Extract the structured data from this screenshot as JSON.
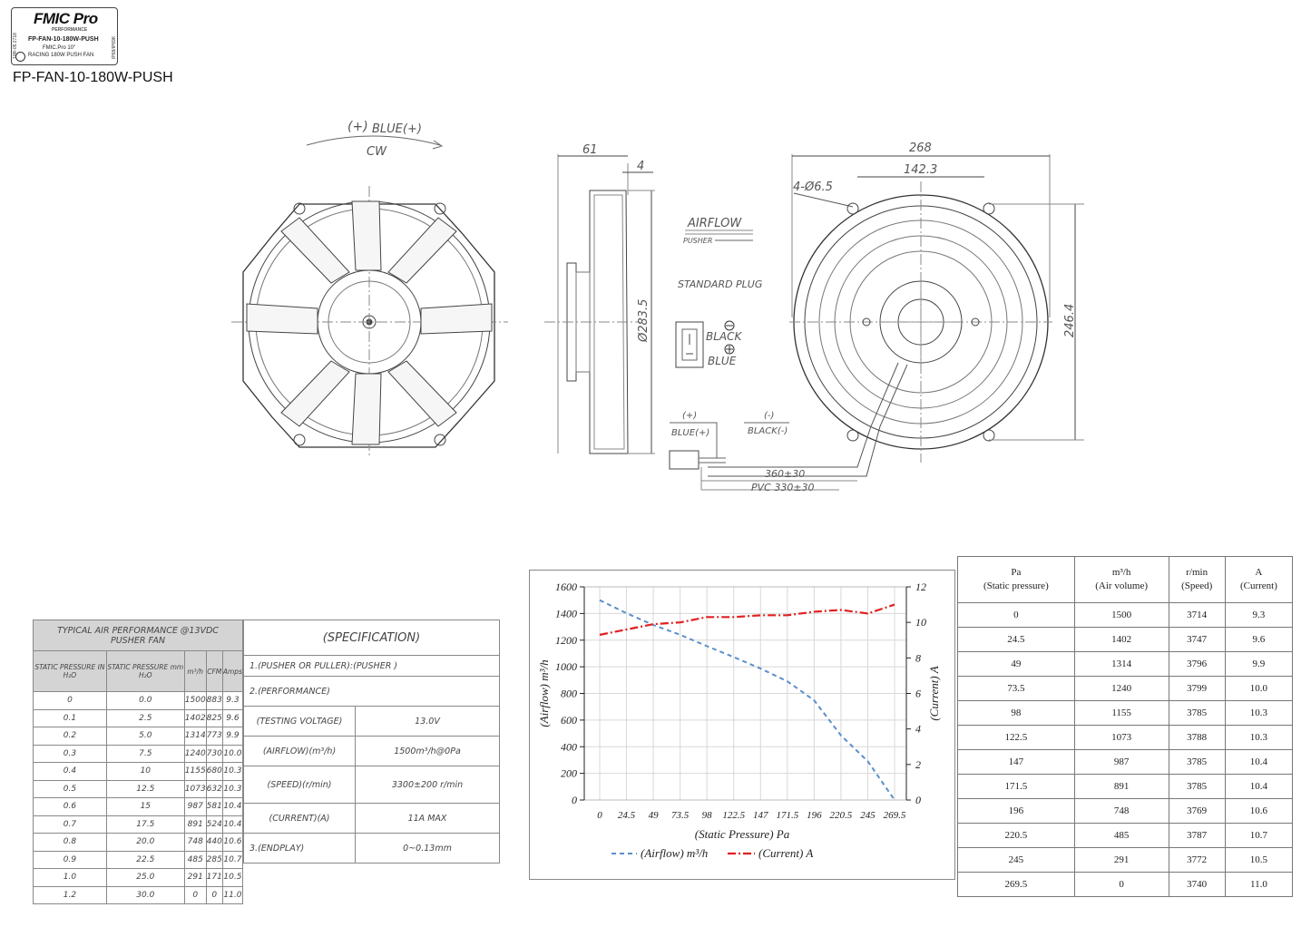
{
  "label": {
    "brand": "FMIC Pro",
    "tag": "PERFORMANCE",
    "code_left": "10R-05 2718",
    "code_right": "IP68/IP69K",
    "part": "FP-FAN-10-180W-PUSH",
    "desc1": "FMIC.Pro 10\"",
    "desc2": "RACING 180W PUSH FAN"
  },
  "title": "FP-FAN-10-180W-PUSH",
  "drawing": {
    "plus": "(+)",
    "blue_plus": "BLUE(+)",
    "cw": "CW",
    "dim_61": "61",
    "dim_4": "4",
    "dim_268": "268",
    "dim_142": "142.3",
    "dim_holes": "4-Ø6.5",
    "dim_dia": "Ø283.5",
    "dim_246": "246.4",
    "airflow": "AIRFLOW",
    "pusher": "PUSHER",
    "standard_plug": "STANDARD PLUG",
    "black": "BLACK",
    "blue": "BLUE",
    "wire_plus": "(+)",
    "wire_blue": "BLUE(+)",
    "wire_minus": "(-)",
    "wire_black": "BLACK(-)",
    "len1": "360±30",
    "len2": "PVC 330±30"
  },
  "perf_table": {
    "title1": "TYPICAL AIR PERFORMANCE @13VDC",
    "title2": "PUSHER FAN",
    "headers": [
      "STATIC PRESSURE IN H₂O",
      "STATIC PRESSURE mm H₂O",
      "m³/h",
      "CFM",
      "Amps"
    ],
    "rows": [
      [
        "0",
        "0.0",
        "1500",
        "883",
        "9.3"
      ],
      [
        "0.1",
        "2.5",
        "1402",
        "825",
        "9.6"
      ],
      [
        "0.2",
        "5.0",
        "1314",
        "773",
        "9.9"
      ],
      [
        "0.3",
        "7.5",
        "1240",
        "730",
        "10.0"
      ],
      [
        "0.4",
        "10",
        "1155",
        "680",
        "10.3"
      ],
      [
        "0.5",
        "12.5",
        "1073",
        "632",
        "10.3"
      ],
      [
        "0.6",
        "15",
        "987",
        "581",
        "10.4"
      ],
      [
        "0.7",
        "17.5",
        "891",
        "524",
        "10.4"
      ],
      [
        "0.8",
        "20.0",
        "748",
        "440",
        "10.6"
      ],
      [
        "0.9",
        "22.5",
        "485",
        "285",
        "10.7"
      ],
      [
        "1.0",
        "25.0",
        "291",
        "171",
        "10.5"
      ],
      [
        "1.2",
        "30.0",
        "0",
        "0",
        "11.0"
      ]
    ]
  },
  "spec": {
    "title": "(SPECIFICATION)",
    "item1": "1.(PUSHER OR PULLER):(PUSHER )",
    "item2": "2.(PERFORMANCE)",
    "rows": [
      {
        "k": "(TESTING VOLTAGE)",
        "v": "13.0V"
      },
      {
        "k": "(AIRFLOW)(m³/h)",
        "v": "1500m³/h@0Pa"
      },
      {
        "k": "(SPEED)(r/min)",
        "v": "3300±200 r/min"
      },
      {
        "k": "(CURRENT)(A)",
        "v": "11A MAX"
      },
      {
        "k": "3.(ENDPLAY)",
        "v": "0~0.13mm"
      }
    ]
  },
  "chart_data": {
    "type": "line",
    "x": [
      0,
      24.5,
      49,
      73.5,
      98,
      122.5,
      147,
      171.5,
      196,
      220.5,
      245,
      269.5
    ],
    "x_tick_labels": [
      "0",
      "24.5",
      "49",
      "73.5",
      "98",
      "122.5",
      "147",
      "171.5",
      "196",
      "220.5",
      "245",
      "269.5"
    ],
    "series": [
      {
        "name": "(Airflow)  m³/h",
        "axis": "left",
        "color": "#5b8fc9",
        "values": [
          1500,
          1402,
          1314,
          1240,
          1155,
          1073,
          987,
          891,
          748,
          485,
          291,
          0
        ]
      },
      {
        "name": "(Current)  A",
        "axis": "right",
        "color": "#e02020",
        "values": [
          9.3,
          9.6,
          9.9,
          10.0,
          10.3,
          10.3,
          10.4,
          10.4,
          10.6,
          10.7,
          10.5,
          11.0
        ]
      }
    ],
    "xlabel": "(Static Pressure)  Pa",
    "ylabel": "(Airflow)  m³/h",
    "y2label": "(Current)  A",
    "ylim": [
      0,
      1600
    ],
    "y2lim": [
      0,
      12
    ],
    "yticks": [
      0,
      200,
      400,
      600,
      800,
      1000,
      1200,
      1400,
      1600
    ],
    "y2ticks": [
      0,
      2,
      4,
      6,
      8,
      10,
      12
    ],
    "grid": true,
    "legend": "bottom"
  },
  "data_table": {
    "headers": [
      [
        "Pa",
        "(Static pressure)"
      ],
      [
        "m³/h",
        "(Air volume)"
      ],
      [
        "r/min",
        "(Speed)"
      ],
      [
        "A",
        "(Current)"
      ]
    ],
    "rows": [
      [
        "0",
        "1500",
        "3714",
        "9.3"
      ],
      [
        "24.5",
        "1402",
        "3747",
        "9.6"
      ],
      [
        "49",
        "1314",
        "3796",
        "9.9"
      ],
      [
        "73.5",
        "1240",
        "3799",
        "10.0"
      ],
      [
        "98",
        "1155",
        "3785",
        "10.3"
      ],
      [
        "122.5",
        "1073",
        "3788",
        "10.3"
      ],
      [
        "147",
        "987",
        "3785",
        "10.4"
      ],
      [
        "171.5",
        "891",
        "3785",
        "10.4"
      ],
      [
        "196",
        "748",
        "3769",
        "10.6"
      ],
      [
        "220.5",
        "485",
        "3787",
        "10.7"
      ],
      [
        "245",
        "291",
        "3772",
        "10.5"
      ],
      [
        "269.5",
        "0",
        "3740",
        "11.0"
      ]
    ]
  }
}
